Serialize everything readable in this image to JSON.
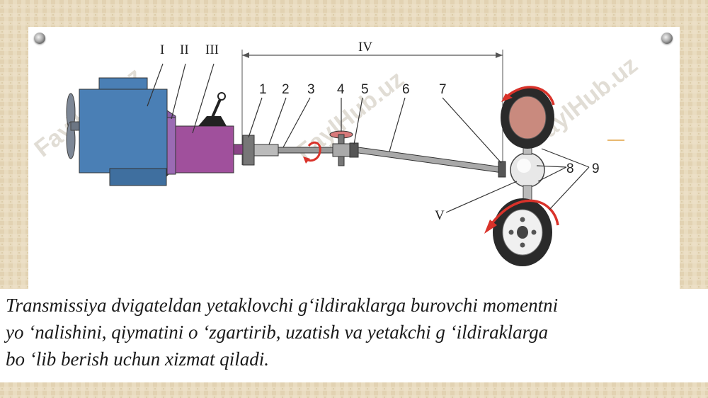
{
  "watermark": "FaylHub.uz",
  "labels": {
    "roman": [
      "I",
      "II",
      "III",
      "IV",
      "V"
    ],
    "numbers": [
      "1",
      "2",
      "3",
      "4",
      "5",
      "6",
      "7",
      "8",
      "9"
    ]
  },
  "caption": {
    "line1": "Transmissiya dvigateldan yetaklovchi g‘ildiraklarga burovchi momentni",
    "line2": "yo ‘nalishini, qiymatini o ‘zgartirib, uzatish va yetakchi g ‘ildiraklarga",
    "line3": "bo ‘lib berish uchun xizmat qiladi."
  },
  "colors": {
    "engine": "#4a7fb5",
    "gearbox": "#a0509c",
    "wheel_hub": "#c98a7e",
    "arrow": "#d9322a",
    "background": "#e9dcc0"
  }
}
